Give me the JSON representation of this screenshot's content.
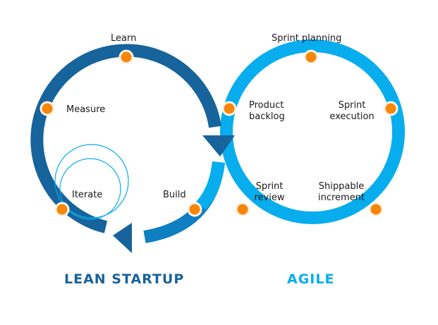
{
  "lean": {
    "title": "LEAN STARTUP",
    "color": "#17639b",
    "steps": {
      "learn": "Learn",
      "measure": "Measure",
      "iterate": "Iterate",
      "build": "Build"
    }
  },
  "agile": {
    "title": "AGILE",
    "color": "#08adee",
    "steps": {
      "sprint_planning": "Sprint planning",
      "product_backlog_1": "Product",
      "product_backlog_2": "backlog",
      "sprint_execution_1": "Sprint",
      "sprint_execution_2": "execution",
      "sprint_review_1": "Sprint",
      "sprint_review_2": "review",
      "shippable_increment_1": "Shippable",
      "shippable_increment_2": "increment"
    }
  },
  "node_color": "#f7860a"
}
